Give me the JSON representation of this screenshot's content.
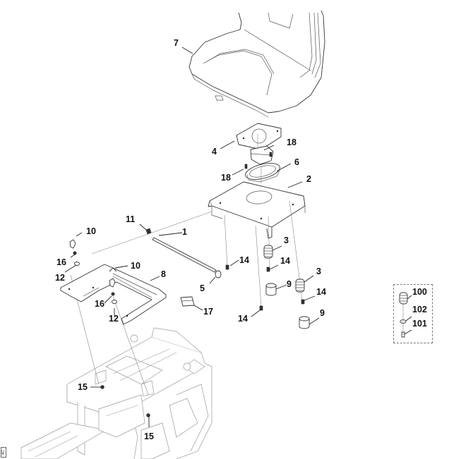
{
  "diagram": {
    "title": "Seat and seat support exploded parts diagram",
    "corner_tag": "AC",
    "callouts": [
      {
        "id": "c7",
        "label": "7"
      },
      {
        "id": "c4",
        "label": "4"
      },
      {
        "id": "c18a",
        "label": "18"
      },
      {
        "id": "c18b",
        "label": "18"
      },
      {
        "id": "c6",
        "label": "6"
      },
      {
        "id": "c2",
        "label": "2"
      },
      {
        "id": "c11",
        "label": "11"
      },
      {
        "id": "c1",
        "label": "1"
      },
      {
        "id": "c10a",
        "label": "10"
      },
      {
        "id": "c16a",
        "label": "16"
      },
      {
        "id": "c12a",
        "label": "12"
      },
      {
        "id": "c10b",
        "label": "10"
      },
      {
        "id": "c8",
        "label": "8"
      },
      {
        "id": "c16b",
        "label": "16"
      },
      {
        "id": "c12b",
        "label": "12"
      },
      {
        "id": "c5",
        "label": "5"
      },
      {
        "id": "c17",
        "label": "17"
      },
      {
        "id": "c14a",
        "label": "14"
      },
      {
        "id": "c3a",
        "label": "3"
      },
      {
        "id": "c14b",
        "label": "14"
      },
      {
        "id": "c9a",
        "label": "9"
      },
      {
        "id": "c14c",
        "label": "14"
      },
      {
        "id": "c3b",
        "label": "3"
      },
      {
        "id": "c14d",
        "label": "14"
      },
      {
        "id": "c9b",
        "label": "9"
      },
      {
        "id": "c15a",
        "label": "15"
      },
      {
        "id": "c15b",
        "label": "15"
      }
    ],
    "kit": {
      "callouts": [
        {
          "id": "k100",
          "label": "100"
        },
        {
          "id": "k102",
          "label": "102"
        },
        {
          "id": "k101",
          "label": "101"
        }
      ]
    },
    "colors": {
      "line": "#333333",
      "guide": "#8a8a8a",
      "background": "#ffffff",
      "kit_border": "#777777"
    }
  }
}
